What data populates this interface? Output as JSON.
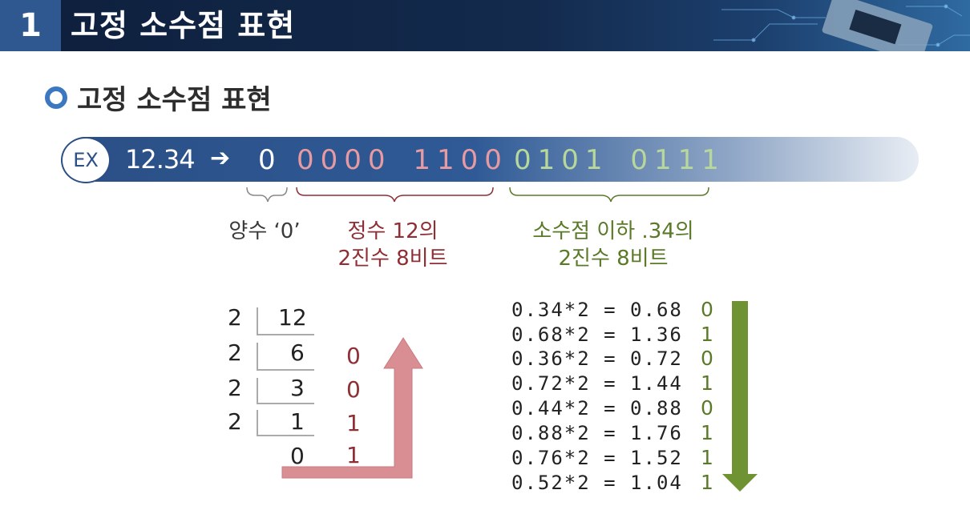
{
  "header": {
    "number": "1",
    "title": "고정 소수점 표현"
  },
  "section": {
    "title": "고정 소수점 표현"
  },
  "example": {
    "badge": "EX",
    "decimal": "12.34",
    "arrow": "➔",
    "sign_bit": "0",
    "integer_bits": "0000 1100",
    "fraction_bits": "0101 0111"
  },
  "labels": {
    "sign": "양수 ‘0’",
    "integer_line1": "정수 12의",
    "integer_line2": "2진수 8비트",
    "fraction_line1": "소수점 이하 .34의",
    "fraction_line2": "2진수 8비트"
  },
  "division": {
    "rows": [
      {
        "divisor": "2",
        "value": "12",
        "remainder": ""
      },
      {
        "divisor": "2",
        "value": "6",
        "remainder": "0"
      },
      {
        "divisor": "2",
        "value": "3",
        "remainder": "0"
      },
      {
        "divisor": "2",
        "value": "1",
        "remainder": "1"
      },
      {
        "divisor": "",
        "value": "0",
        "remainder": "1"
      }
    ]
  },
  "multiplication": {
    "rows": [
      {
        "expr": "0.34*2 = 0.68",
        "bit": "0"
      },
      {
        "expr": "0.68*2 = 1.36",
        "bit": "1"
      },
      {
        "expr": "0.36*2 = 0.72",
        "bit": "0"
      },
      {
        "expr": "0.72*2 = 1.44",
        "bit": "1"
      },
      {
        "expr": "0.44*2 = 0.88",
        "bit": "0"
      },
      {
        "expr": "0.88*2 = 1.76",
        "bit": "1"
      },
      {
        "expr": "0.76*2 = 1.52",
        "bit": "1"
      },
      {
        "expr": "0.52*2 = 1.04",
        "bit": "1"
      }
    ]
  },
  "colors": {
    "header_bg": "#132a4d",
    "accent_blue": "#2f5890",
    "integer_text": "#8f2e34",
    "integer_bits": "#e79aa1",
    "fraction_text": "#5a7a28",
    "fraction_bits": "#b7d79b",
    "up_arrow": "#d98e93",
    "down_arrow": "#6f9232"
  }
}
